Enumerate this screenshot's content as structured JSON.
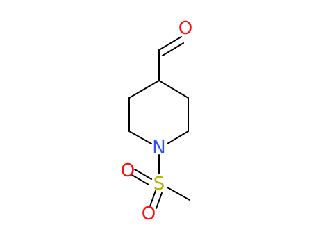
{
  "molecule": {
    "atoms": {
      "aldehyde_oxygen": "O",
      "ring_nitrogen": "N",
      "sulfur": "S",
      "sulfonyl_oxygen_upper": "O",
      "sulfonyl_oxygen_lower": "O"
    },
    "colors": {
      "bond": "#000000",
      "oxygen": "#ff0d0d",
      "nitrogen": "#3050f8",
      "sulfur": "#b2b200"
    }
  }
}
